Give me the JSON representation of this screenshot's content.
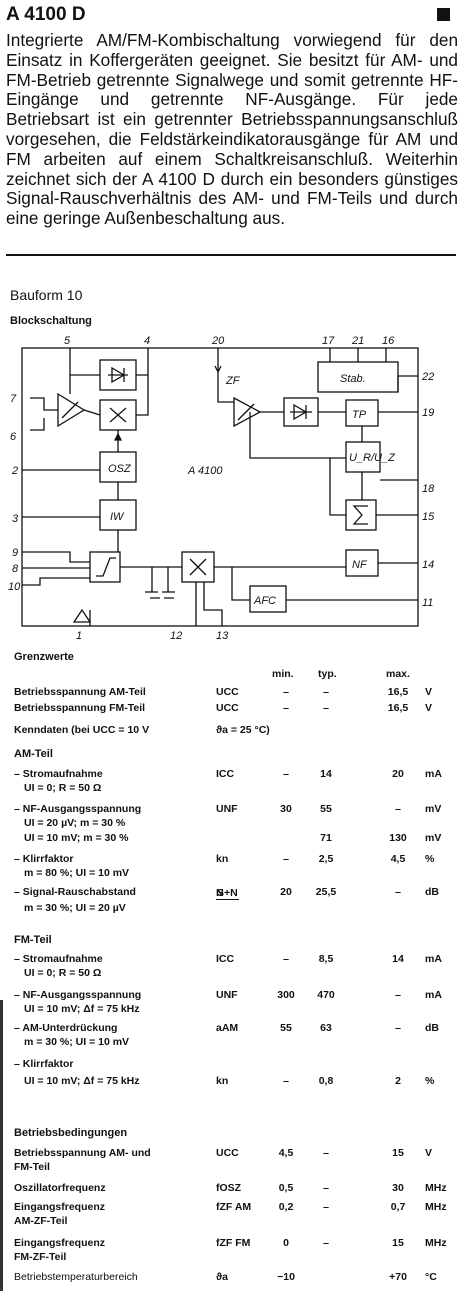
{
  "header": {
    "title": "A 4100 D"
  },
  "intro": "Integrierte AM/FM-Kombischaltung vorwiegend für den Einsatz in Koffergeräten geeignet. Sie besitzt für AM- und FM-Betrieb getrennte Signalwege und somit getrennte HF-Eingänge und getrennte NF-Ausgänge. Für jede Betriebsart ist ein getrennter Betriebsspannungsanschluß vorgesehen, die Feldstärkeindikatorausgänge für AM und FM arbeiten auf einem Schaltkreisanschluß. Weiterhin zeichnet sich der A 4100 D durch ein besonders günstiges Signal-Rauschverhältnis des AM- und FM-Teils und durch eine geringe Außenbeschaltung aus.",
  "bauform": "Bauform 10",
  "blockschaltung": {
    "title": "Blockschaltung",
    "chip_label": "A 4100",
    "blocks": {
      "osz": "OSZ",
      "iw": "IW",
      "nf": "NF",
      "afc": "AFC",
      "tp": "TP",
      "stab": "Stab.",
      "ur_uz": "U_R/U_Z",
      "zf_label": "ZF"
    },
    "pins": {
      "p5": "5",
      "p4": "4",
      "p20": "20",
      "p17": "17",
      "p21": "21",
      "p16": "16",
      "p22": "22",
      "p19": "19",
      "p18": "18",
      "p15": "15",
      "p14": "14",
      "p11": "11",
      "p7": "7",
      "p6": "6",
      "p2": "2",
      "p3": "3",
      "p9": "9",
      "p8": "8",
      "p10": "10",
      "p1": "1",
      "p12": "12",
      "p13": "13"
    }
  },
  "table": {
    "col_min": "min.",
    "col_typ": "typ.",
    "col_max": "max.",
    "grenzwerte": {
      "title": "Grenzwerte",
      "rows": [
        {
          "name": "Betriebsspannung AM-Teil",
          "sym": "UCC",
          "min": "–",
          "typ": "–",
          "max": "16,5",
          "unit": "V"
        },
        {
          "name": "Betriebsspannung FM-Teil",
          "sym": "UCC",
          "min": "–",
          "typ": "–",
          "max": "16,5",
          "unit": "V"
        }
      ]
    },
    "kenndaten": {
      "title": "Kenndaten (bei UCC = 10 V",
      "cond": "ϑa = 25 °C)"
    },
    "am": {
      "title": "AM-Teil",
      "rows": [
        {
          "name": "– Stromaufnahme",
          "cond": "UI = 0;  R = 50 Ω",
          "sym": "ICC",
          "min": "–",
          "typ": "14",
          "max": "20",
          "unit": "mA"
        },
        {
          "name": "– NF-Ausgangsspannung",
          "cond": "UI = 20 µV;  m = 30 %",
          "sym": "UNF",
          "min": "30",
          "typ": "55",
          "max": "–",
          "unit": "mV"
        },
        {
          "name": "",
          "cond": "UI = 10 mV;  m = 30 %",
          "sym": "",
          "min": "",
          "typ": "71",
          "max": "130",
          "unit": "mV"
        },
        {
          "name": "– Klirrfaktor",
          "cond": "m = 80 %;  UI = 10 mV",
          "sym": "kn",
          "min": "–",
          "typ": "2,5",
          "max": "4,5",
          "unit": "%"
        },
        {
          "name": "– Signal-Rauschabstand",
          "cond": "m = 30 %;  UI = 20 µV",
          "sym_num": "S+N",
          "sym_den": "N",
          "min": "20",
          "typ": "25,5",
          "max": "–",
          "unit": "dB"
        }
      ]
    },
    "fm": {
      "title": "FM-Teil",
      "rows": [
        {
          "name": "– Stromaufnahme",
          "cond": "UI = 0;  R = 50 Ω",
          "sym": "ICC",
          "min": "–",
          "typ": "8,5",
          "max": "14",
          "unit": "mA"
        },
        {
          "name": "– NF-Ausgangsspannung",
          "cond": "UI = 10 mV;  Δf = 75 kHz",
          "sym": "UNF",
          "min": "300",
          "typ": "470",
          "max": "–",
          "unit": "mA"
        },
        {
          "name": "– AM-Unterdrückung",
          "cond": "m = 30 %;  UI = 10 mV",
          "sym": "aAM",
          "min": "55",
          "typ": "63",
          "max": "–",
          "unit": "dB"
        },
        {
          "name": "– Klirrfaktor",
          "cond": "UI = 10 mV;  Δf = 75 kHz",
          "sym": "kn",
          "min": "–",
          "typ": "0,8",
          "max": "2",
          "unit": "%"
        }
      ]
    },
    "betrieb": {
      "title": "Betriebsbedingungen",
      "rows": [
        {
          "name": "Betriebsspannung AM- und",
          "name2": "FM-Teil",
          "sym": "UCC",
          "min": "4,5",
          "typ": "–",
          "max": "15",
          "unit": "V"
        },
        {
          "name": "Oszillatorfrequenz",
          "sym": "fOSZ",
          "min": "0,5",
          "typ": "–",
          "max": "30",
          "unit": "MHz"
        },
        {
          "name": "Eingangsfrequenz",
          "name2": "AM-ZF-Teil",
          "sym": "fZF AM",
          "min": "0,2",
          "typ": "–",
          "max": "0,7",
          "unit": "MHz"
        },
        {
          "name": "Eingangsfrequenz",
          "name2": "FM-ZF-Teil",
          "sym": "fZF FM",
          "min": "0",
          "typ": "–",
          "max": "15",
          "unit": "MHz"
        },
        {
          "name": "Betriebstemperaturbereich",
          "sym": "ϑa",
          "min": "−10",
          "typ": "",
          "max": "+70",
          "unit": "°C"
        }
      ]
    }
  }
}
